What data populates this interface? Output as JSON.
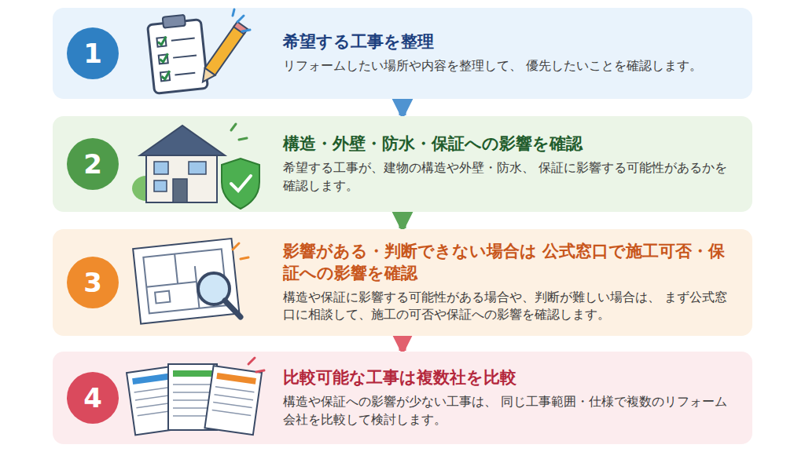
{
  "diagram": {
    "nodes": [
      {
        "text": [
          "希望する工事を整理",
          "リフォームしたい場所や内容を整理して、 優先したいことを確認します。"
        ]
      },
      {
        "text": [
          "1"
        ],
        "in": 0
      },
      {
        "text": [
          "構造・外壁・防水・保証への影響を確認",
          "希望する工事が、建物の構造や外壁・防水、 保証に影響する可能性があるかを確認します。"
        ]
      },
      {
        "text": [
          "2"
        ],
        "in": 2
      },
      {
        "text": [
          "影響がある・判断できない場合は 公式窓口で施工可否・保証への影響を確認",
          "構造や保証に影響する可能性がある場合や、判断が難しい場合は、 まず公式窓口に相談して、施工の可否や保証への影響を確認します。"
        ]
      },
      {
        "text": [
          "3"
        ],
        "in": 4
      },
      {
        "text": [
          "比較可能な工事は複数社を比較",
          "構造や保証への影響が少ない工事は、 同じ工事範囲・仕様で複数のリフォーム会社を比較して検討します。"
        ]
      },
      {
        "text": [
          "4"
        ],
        "in": 6
      }
    ],
    "edges": [
      {
        "from": 0,
        "to": 2,
        "arrow": "to"
      },
      {
        "from": 2,
        "to": 4,
        "arrow": "to"
      },
      {
        "from": 4,
        "to": 6,
        "arrow": "to"
      }
    ]
  }
}
